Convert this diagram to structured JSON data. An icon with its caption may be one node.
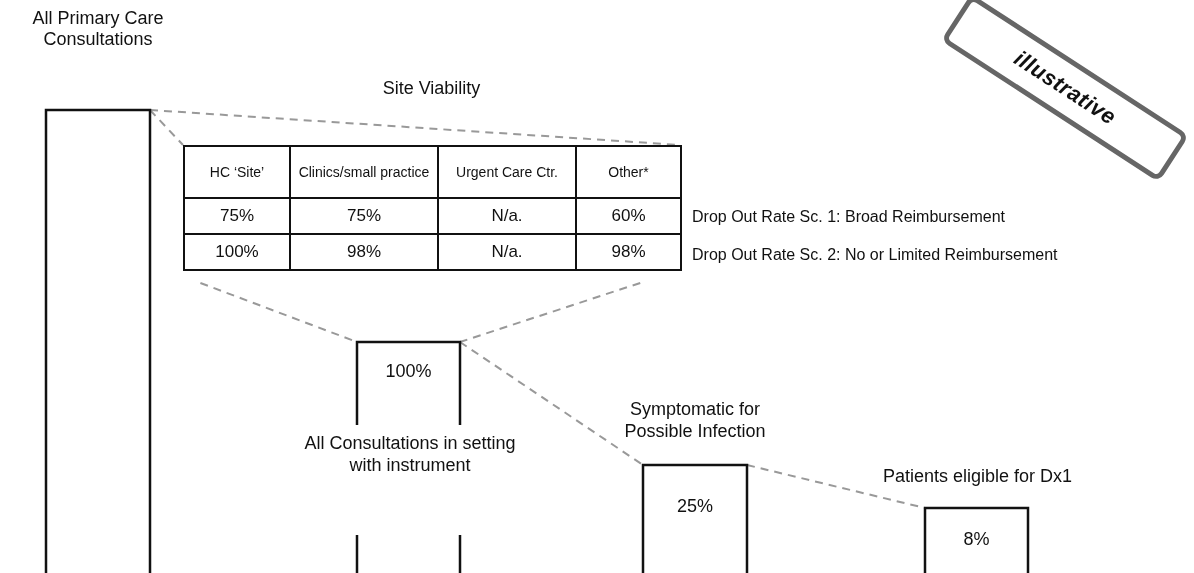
{
  "diagram": {
    "nodes": [
      {
        "text": [
          "All Primary Care Consultations"
        ]
      },
      {
        "text": [
          "Site Viability"
        ]
      },
      {
        "text": [
          "100%",
          "All Consultations in setting with instrument"
        ]
      },
      {
        "text": [
          "Symptomatic for Possible Infection",
          "25%"
        ]
      },
      {
        "text": [
          "Patients eligible for Dx1",
          "8%"
        ]
      },
      {
        "text": [
          "illustrative"
        ]
      }
    ],
    "edges": [
      {
        "from": 0,
        "to": 1,
        "arrow": "none",
        "style": "dashed"
      },
      {
        "from": 0,
        "to": 1,
        "arrow": "none",
        "style": "dashed"
      },
      {
        "from": 1,
        "to": 2,
        "arrow": "none",
        "style": "dashed"
      },
      {
        "from": 1,
        "to": 2,
        "arrow": "none",
        "style": "dashed"
      },
      {
        "from": 2,
        "to": 3,
        "arrow": "none",
        "style": "dashed"
      },
      {
        "from": 3,
        "to": 4,
        "arrow": "none",
        "style": "dashed"
      }
    ],
    "labels": [
      "HC ‘Site’",
      "Clinics/small practice",
      "Urgent Care Ctr.",
      "Other*",
      "75%",
      "75%",
      "N/a.",
      "60%",
      "Drop Out Rate Sc. 1: Broad Reimbursement",
      "100%",
      "98%",
      "N/a.",
      "98%",
      "Drop Out Rate Sc. 2: No or Limited Reimbursement"
    ]
  }
}
